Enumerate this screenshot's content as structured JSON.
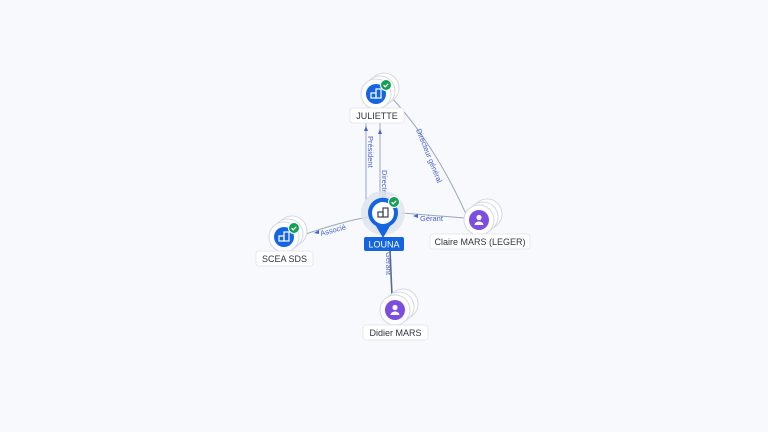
{
  "colors": {
    "company": "#1565e0",
    "person": "#7c4dde",
    "check": "#12a152",
    "link_label": "#4a62c8",
    "main_badge": "#1565e0"
  },
  "nodes": {
    "louna": {
      "label": "LOUNA",
      "type": "company",
      "icon": "building-icon",
      "verified": true,
      "main": true
    },
    "juliette": {
      "label": "JULIETTE",
      "type": "company",
      "icon": "building-icon",
      "verified": true
    },
    "scea_sds": {
      "label": "SCEA SDS",
      "type": "company",
      "icon": "building-icon",
      "verified": true
    },
    "claire": {
      "label": "Claire MARS (LEGER)",
      "type": "person",
      "icon": "person-icon"
    },
    "didier": {
      "label": "Didier MARS",
      "type": "person",
      "icon": "person-icon"
    }
  },
  "edges": {
    "juliette_louna_president": {
      "label": "Président"
    },
    "louna_juliette_directeur": {
      "label": "Directeur"
    },
    "claire_juliette_dg": {
      "label": "Directeur général"
    },
    "claire_louna_gerant": {
      "label": "Gérant"
    },
    "louna_scea_associe": {
      "label": "Associé"
    },
    "didier_louna_gerant": {
      "label": "Gérant"
    }
  }
}
